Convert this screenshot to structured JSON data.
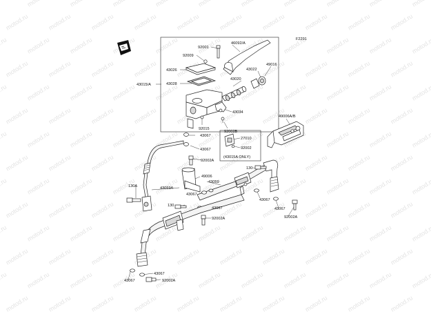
{
  "diagram": {
    "code": "F2291",
    "labels": {
      "p92001": "92001",
      "p46092": "46092/A",
      "p92009": "92009",
      "p43026": "43026",
      "p43028": "43028",
      "p43015": "43015/A",
      "p43020": "43020",
      "p43022": "43022",
      "p49016": "49016",
      "p43034": "43034",
      "p92015": "92015",
      "p92002b": "92002B",
      "p49006": "49006A/B",
      "p43067a": "43067",
      "p43067b": "43067",
      "p27010": "27010",
      "p92002": "92002",
      "note": "(43015A ONLY)",
      "p92002a1": "92002A",
      "p130a": "130",
      "p49006b": "49006",
      "p43059": "43059",
      "p130A": "130A",
      "p43059A": "43059A",
      "p43067c": "43067",
      "p43067d": "43067",
      "p130b": "130",
      "p43067e": "43067",
      "p43067f": "43067",
      "p92002a2": "92002A",
      "p92002a3": "92002A",
      "p43067g": "43067",
      "p43067h": "43067",
      "p92002a4": "92002A"
    },
    "watermark": "motod.ru"
  }
}
